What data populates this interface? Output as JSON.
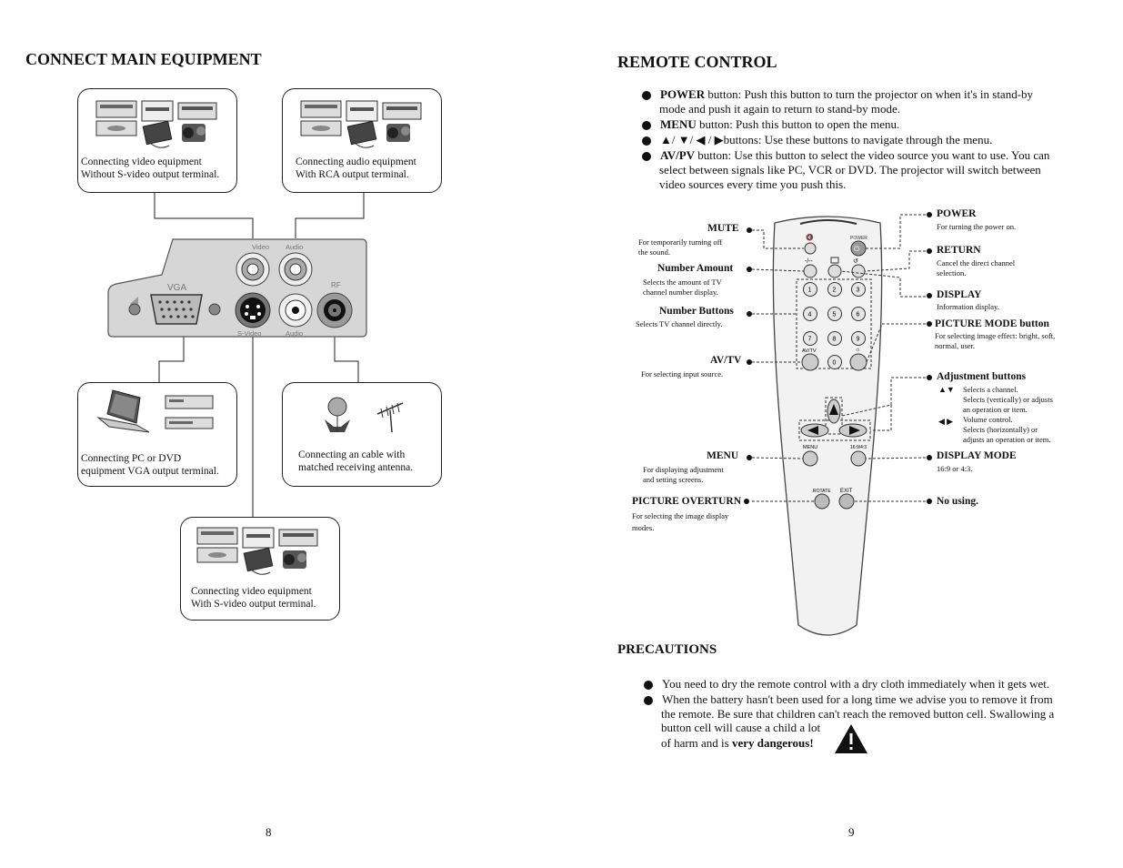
{
  "left": {
    "title": "CONNECT MAIN EQUIPMENT",
    "panel": {
      "video": "Video",
      "audio_top": "Audio",
      "vga": "VGA",
      "rf": "RF",
      "svideo": "S-Video",
      "audio_bottom": "Audio"
    },
    "captions": {
      "video_no_svideo_1": "Connecting video equipment",
      "video_no_svideo_2": "Without S-video output terminal.",
      "audio_rca_1": "Connecting audio equipment",
      "audio_rca_2": "With RCA output terminal.",
      "pc_dvd_1": "Connecting PC or DVD",
      "pc_dvd_2": "equipment VGA output terminal.",
      "cable_1": "Connecting an cable with",
      "cable_2": "matched receiving antenna.",
      "video_svideo_1": "Connecting video equipment",
      "video_svideo_2": "With S-video output terminal."
    },
    "page_number": "8"
  },
  "right": {
    "title": "REMOTE CONTROL",
    "bullets": {
      "power_bold": "POWER",
      "power_text": " button: Push this button to turn the projector on when it's in stand-by",
      "power_text_2": "mode and push it again to return to stand-by mode.",
      "menu_bold": "MENU",
      "menu_text": " button: Push this button to open the menu.",
      "arrows_sep": "/",
      "arrows_text": "buttons: Use  these buttons to  navigate through the  menu.",
      "avpv_bold": "AV/PV",
      "avpv_text": " button: Use this button to select the video source you want to use. You can",
      "avpv_text_2": "select between signals like PC, VCR or DVD. The projector will switch between",
      "avpv_text_3": "video sources every time you push this."
    },
    "callouts_left": {
      "mute": "MUTE",
      "mute_sub_1": "For temporarily turning off",
      "mute_sub_2": "the sound.",
      "number_amount": "Number Amount",
      "number_amount_sub_1": "Selects the amount of TV",
      "number_amount_sub_2": "channel number display.",
      "number_buttons": "Number Buttons",
      "number_buttons_sub": "Selects TV channel directly.",
      "avtv": "AV/TV",
      "avtv_sub": "For selecting input source.",
      "menu": "MENU",
      "menu_sub_1": "For displaying adjustment",
      "menu_sub_2": "and setting screens.",
      "overturn": "PICTURE OVERTURN",
      "overturn_sub_1": "For selecting the image display",
      "overturn_sub_2": "modes."
    },
    "callouts_right": {
      "power": "POWER",
      "power_sub": "For turning the power on.",
      "return": "RETURN",
      "return_sub_1": "Cancel the direct channel",
      "return_sub_2": "selection.",
      "display": "DISPLAY",
      "display_sub": "Information display.",
      "picture_mode": "PICTURE MODE button",
      "picture_mode_sub_1": "For selecting image effect: bright, soft,",
      "picture_mode_sub_2": "normal, user.",
      "adjust": "Adjustment buttons",
      "adjust_1": "Selects a channel.",
      "adjust_2": "Selects (vertically) or adjusts",
      "adjust_3": "an operation or item.",
      "adjust_4": "Volume control.",
      "adjust_5": "Selects (horizontally) or",
      "adjust_6": "adjusts an operation or item.",
      "display_mode": "DISPLAY MODE",
      "display_mode_sub": "16:9 or 4:3.",
      "no_using": "No using."
    },
    "remote_labels": {
      "power": "POWER",
      "avtv": "AV/TV",
      "menu": "MENU",
      "ratio": "16:9/4:3",
      "rotate": "ROTATE",
      "exit": "EXIT",
      "digits": [
        "1",
        "2",
        "3",
        "4",
        "5",
        "6",
        "7",
        "8",
        "9",
        "0"
      ]
    },
    "precautions_title": "PRECAUTIONS",
    "precautions": {
      "p1": "You need to dry the remote control with a dry cloth immediately when it gets wet.",
      "p2_1": "When the battery hasn't been used for a long time we advise you to remove it from",
      "p2_2": "the remote. Be sure that children can't reach the removed button cell. Swallowing a",
      "p2_3": "button cell will cause a child a lot",
      "p2_4": "of harm and is ",
      "p2_bold": "very dangerous!"
    },
    "page_number": "9"
  }
}
